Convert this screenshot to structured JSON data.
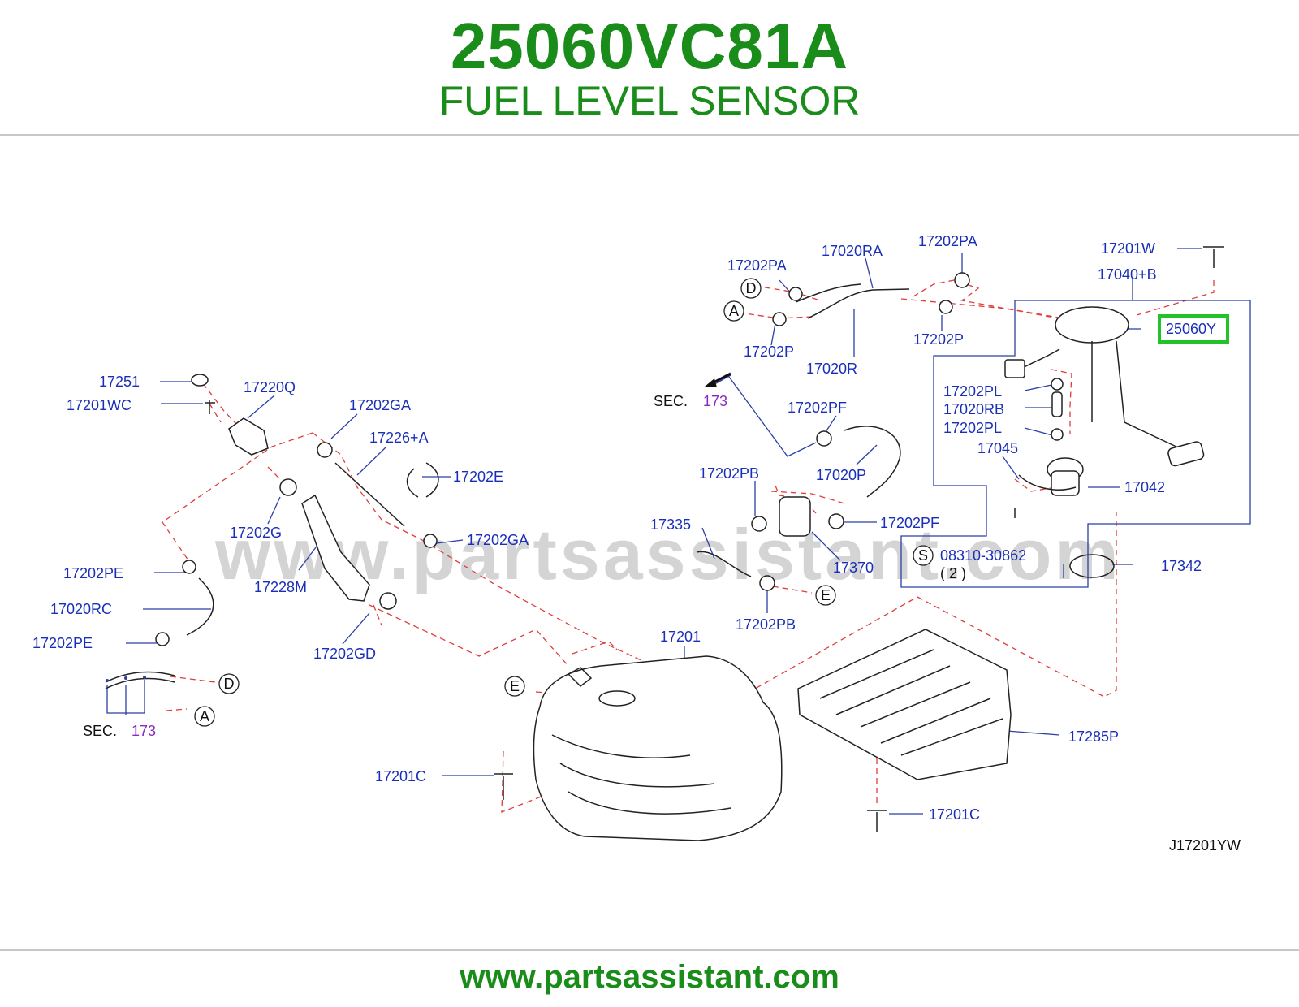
{
  "header": {
    "part_number": "25060VC81A",
    "part_name": "FUEL LEVEL SENSOR"
  },
  "footer": {
    "url": "www.partsassistant.com"
  },
  "diagram": {
    "watermark": "www.partsassistant.com",
    "drawing_code": "J17201YW",
    "highlight_color": "#22c22a",
    "label_color": "#1a2fb8",
    "callouts": {
      "c17251": "17251",
      "c17201WC": "17201WC",
      "c17220Q": "17220Q",
      "c17202GA_top": "17202GA",
      "c17226A": "17226+A",
      "c17202E": "17202E",
      "c17202G": "17202G",
      "c17202GA_mid": "17202GA",
      "c17228M": "17228M",
      "c17202PE_top": "17202PE",
      "c17020RC": "17020RC",
      "c17202PE_bot": "17202PE",
      "c17202GD": "17202GD",
      "c17202PA_left": "17202PA",
      "c17020RA": "17020RA",
      "c17202PA_right": "17202PA",
      "c17201W": "17201W",
      "c17040B": "17040+B",
      "c25060Y": "25060Y",
      "c17202P_left": "17202P",
      "c17020R": "17020R",
      "c17202P_right": "17202P",
      "c17202PL_top": "17202PL",
      "c17020RB": "17020RB",
      "c17202PL_bot": "17202PL",
      "c17045": "17045",
      "c17042": "17042",
      "c17202PF_top": "17202PF",
      "c17020P": "17020P",
      "c17202PB_top": "17202PB",
      "c17335": "17335",
      "c17202PF_bot": "17202PF",
      "c17370": "17370",
      "c17202PB_bot": "17202PB",
      "c08310": "08310-30862",
      "c_qty": "( 2 )",
      "c17342": "17342",
      "c17201": "17201",
      "c17285P": "17285P",
      "c17201C_left": "17201C",
      "c17201C_right": "17201C"
    },
    "sec_labels": {
      "upper_prefix": "SEC.",
      "upper_num": "173",
      "lower_prefix": "SEC.",
      "lower_num": "173"
    },
    "markers": {
      "d_top": "D",
      "a_top": "A",
      "d_left": "D",
      "a_left": "A",
      "e_right": "E",
      "e_left": "E",
      "s": "S"
    }
  }
}
